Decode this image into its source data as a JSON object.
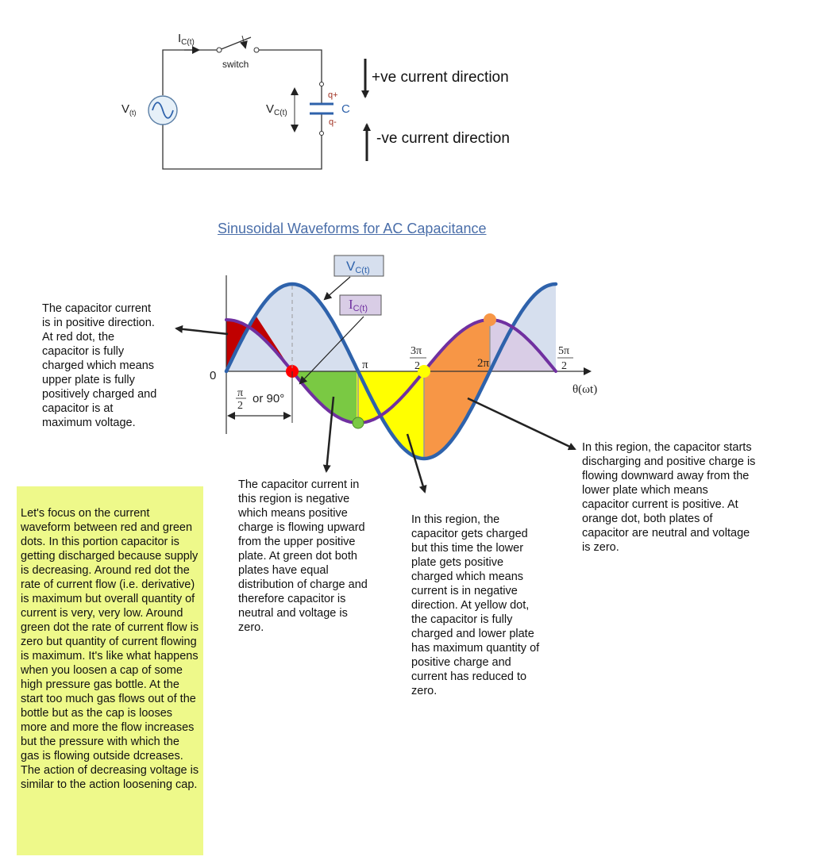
{
  "circuit": {
    "current_label": "I",
    "current_sub": "C(t)",
    "switch_label": "switch",
    "source_label": "V",
    "source_sub": "(t)",
    "cap_voltage_label": "V",
    "cap_voltage_sub": "C(t)",
    "cap_label": "C",
    "plate_top_label": "q+",
    "plate_bottom_label": "q-",
    "pos_direction": "+ve current direction",
    "neg_direction": "-ve current direction"
  },
  "title": "Sinusoidal Waveforms for AC Capacitance",
  "graph": {
    "vc_label_main": "V",
    "vc_label_sub": "C(t)",
    "ic_label_main": "I",
    "ic_label_sub": "C(t)",
    "origin_label": "0",
    "pi_label": "π",
    "three_pi_num": "3π",
    "three_pi_den": "2",
    "two_pi_label": "2π",
    "five_pi_num": "5π",
    "five_pi_den": "2",
    "axis_label": "θ(ωt)",
    "half_pi_num": "π",
    "half_pi_den": "2",
    "half_pi_suffix": "or 90°",
    "colors": {
      "voltage": "#2e62ab",
      "voltage_fill": "#d6dfee",
      "current": "#7030a0",
      "current_fill": "#d9cde6",
      "red": "#c00000",
      "green": "#7ac943",
      "yellow": "#ffff00",
      "orange": "#f79646"
    }
  },
  "notes": {
    "left": "The capacitor current\nis in positive direction.\nAt red dot, the\ncapacitor is fully\ncharged which means\nupper plate is fully\npositively charged and\ncapacitor is at\nmaximum voltage.",
    "green": "The capacitor current in\nthis region is negative\nwhich means positive\ncharge is flowing upward\nfrom the upper positive\nplate. At green dot both\nplates have equal\ndistribution of charge and\ntherefore capacitor is\nneutral and voltage is\nzero.",
    "yellow": "In this region, the\ncapacitor gets charged\nbut this time the lower\nplate gets positive\ncharged which means\ncurrent is in negative\ndirection. At yellow dot,\nthe capacitor is fully\ncharged and lower plate\nhas maximum quantity of\npositive charge and\ncurrent has reduced to\nzero.",
    "orange": "In this region, the capacitor starts\ndischarging and positive charge is\nflowing downward away from the\nlower plate which means\ncapacitor current is positive. At\norange dot, both plates of\ncapacitor are neutral and voltage\nis zero.",
    "focus": "Let's focus on the current waveform between red and green dots. In this portion capacitor is getting discharged because supply is decreasing. Around red dot the rate of current flow (i.e. derivative) is maximum but overall quantity of current is very, very low. Around green dot the rate of current flow is zero but quantity of current flowing is maximum. It's like what happens when you loosen a cap of some high pressure gas bottle. At the start too much gas flows out of the bottle but as the cap is looses more and more the flow increases but the pressure with which the gas is flowing outside dcreases. The action of decreasing voltage is similar to the action loosening cap."
  }
}
